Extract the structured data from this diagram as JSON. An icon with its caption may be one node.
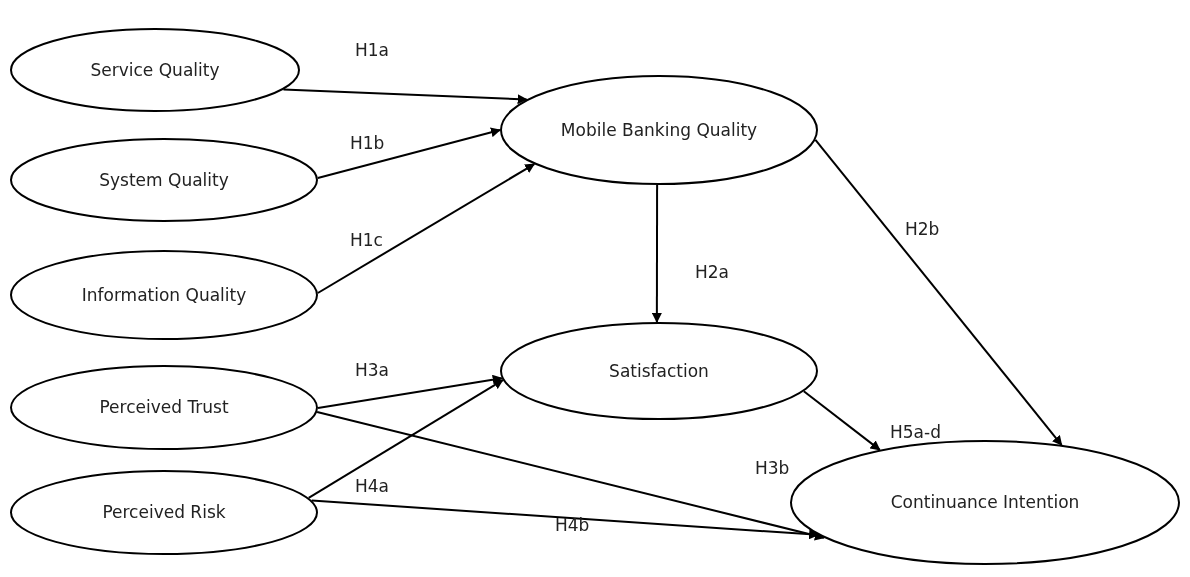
{
  "diagram": {
    "nodes": [
      {
        "text": [
          "Service Quality"
        ]
      },
      {
        "text": [
          "System Quality"
        ]
      },
      {
        "text": [
          "Information Quality"
        ]
      },
      {
        "text": [
          "Perceived Trust"
        ]
      },
      {
        "text": [
          "Perceived Risk"
        ]
      },
      {
        "text": [
          "Mobile Banking Quality"
        ]
      },
      {
        "text": [
          "Satisfaction"
        ]
      },
      {
        "text": [
          "Continuance Intention"
        ]
      }
    ],
    "edges": [
      {
        "from": 0,
        "to": 5,
        "arrow": "to",
        "label": "H1a"
      },
      {
        "from": 1,
        "to": 5,
        "arrow": "to",
        "label": "H1b"
      },
      {
        "from": 2,
        "to": 5,
        "arrow": "to",
        "label": "H1c"
      },
      {
        "from": 5,
        "to": 6,
        "arrow": "to",
        "label": "H2a"
      },
      {
        "from": 5,
        "to": 7,
        "arrow": "to",
        "label": "H2b"
      },
      {
        "from": 3,
        "to": 6,
        "arrow": "to",
        "label": "H3a"
      },
      {
        "from": 3,
        "to": 7,
        "arrow": "to",
        "label": "H3b"
      },
      {
        "from": 4,
        "to": 6,
        "arrow": "to",
        "label": "H4a"
      },
      {
        "from": 4,
        "to": 7,
        "arrow": "to",
        "label": "H4b"
      },
      {
        "from": 6,
        "to": 7,
        "arrow": "to",
        "label": "H5a-d"
      }
    ]
  }
}
